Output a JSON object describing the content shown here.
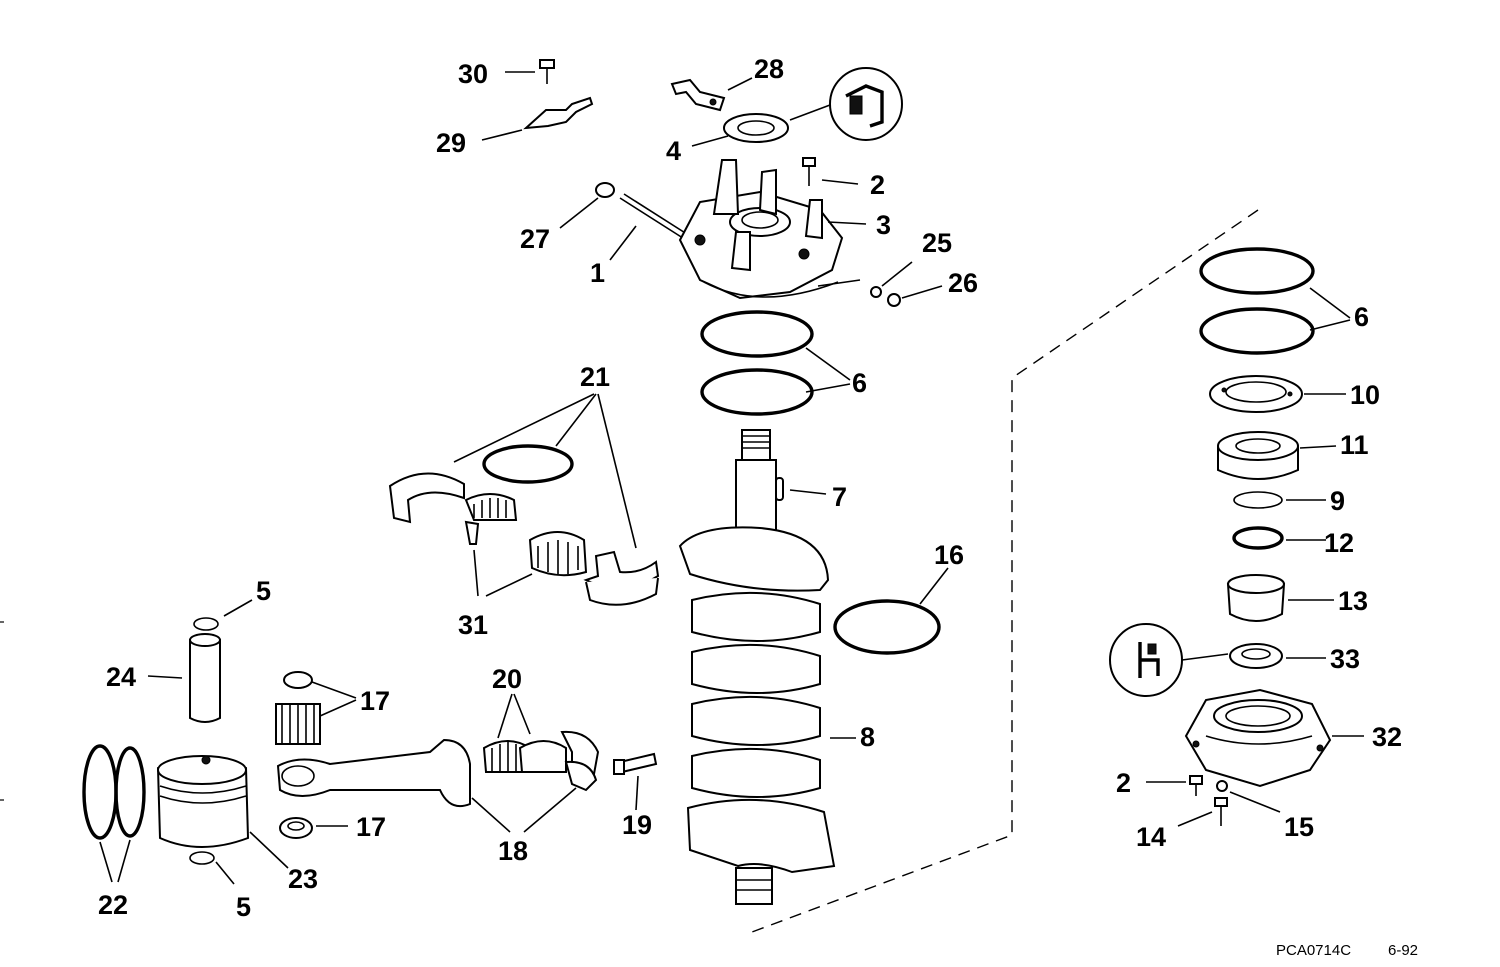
{
  "diagram": {
    "callouts": {
      "c30": "30",
      "c28": "28",
      "c29": "29",
      "c4": "4",
      "c2a": "2",
      "c27": "27",
      "c3": "3",
      "c25": "25",
      "c1": "1",
      "c26": "26",
      "c6a": "6",
      "c6b": "6",
      "c21": "21",
      "c10": "10",
      "c11": "11",
      "c7": "7",
      "c9": "9",
      "c12": "12",
      "c16": "16",
      "c5a": "5",
      "c13": "13",
      "c31": "31",
      "c33": "33",
      "c24": "24",
      "c20": "20",
      "c17a": "17",
      "c8": "8",
      "c32": "32",
      "c2b": "2",
      "c15": "15",
      "c19": "19",
      "c17b": "17",
      "c14": "14",
      "c18": "18",
      "c23": "23",
      "c22": "22",
      "c5b": "5"
    },
    "footer": {
      "code": "PCA0714C",
      "date": "6-92"
    }
  }
}
